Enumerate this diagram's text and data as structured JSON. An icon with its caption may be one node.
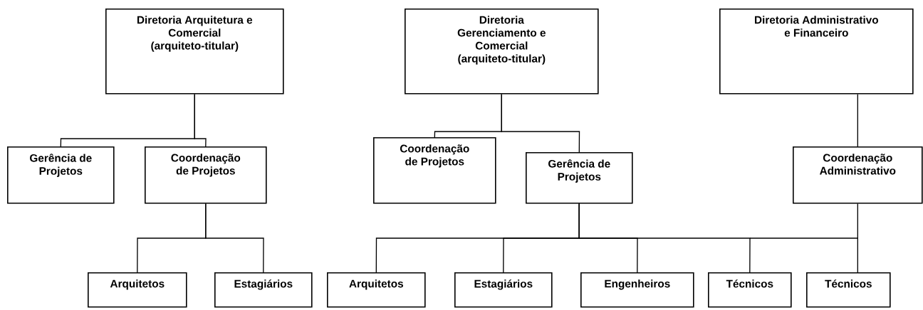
{
  "diagram": {
    "nodes": [
      {
        "text": [
          "Diretoria Arquitetura e Comercial (arquiteto-titular)"
        ]
      },
      {
        "text": [
          "Diretoria Gerenciamento e Comercial (arquiteto-titular)"
        ]
      },
      {
        "text": [
          "Diretoria Administrativo e Financeiro"
        ]
      },
      {
        "text": [
          "Gerência de Projetos"
        ]
      },
      {
        "text": [
          "Coordenação de Projetos"
        ]
      },
      {
        "text": [
          "Arquitetos"
        ]
      },
      {
        "text": [
          "Estagiários"
        ]
      },
      {
        "text": [
          "Coordenação de Projetos"
        ]
      },
      {
        "text": [
          "Gerência de Projetos"
        ]
      },
      {
        "text": [
          "Coordenação Administrativo"
        ]
      },
      {
        "text": [
          "Arquitetos"
        ]
      },
      {
        "text": [
          "Estagiários"
        ]
      },
      {
        "text": [
          "Engenheiros"
        ]
      },
      {
        "text": [
          "Técnicos"
        ]
      },
      {
        "text": [
          "Técnicos"
        ]
      }
    ],
    "edges": [
      {
        "from": 0,
        "to": 3,
        "arrow": "none"
      },
      {
        "from": 0,
        "to": 4,
        "arrow": "none"
      },
      {
        "from": 4,
        "to": 5,
        "arrow": "none"
      },
      {
        "from": 4,
        "to": 6,
        "arrow": "none"
      },
      {
        "from": 1,
        "to": 7,
        "arrow": "none"
      },
      {
        "from": 1,
        "to": 8,
        "arrow": "none"
      },
      {
        "from": 8,
        "to": 10,
        "arrow": "none"
      },
      {
        "from": 8,
        "to": 11,
        "arrow": "none"
      },
      {
        "from": 8,
        "to": 12,
        "arrow": "none"
      },
      {
        "from": 8,
        "to": 13,
        "arrow": "none"
      },
      {
        "from": 2,
        "to": 9,
        "arrow": "none"
      },
      {
        "from": 9,
        "to": 14,
        "arrow": "none"
      }
    ]
  }
}
